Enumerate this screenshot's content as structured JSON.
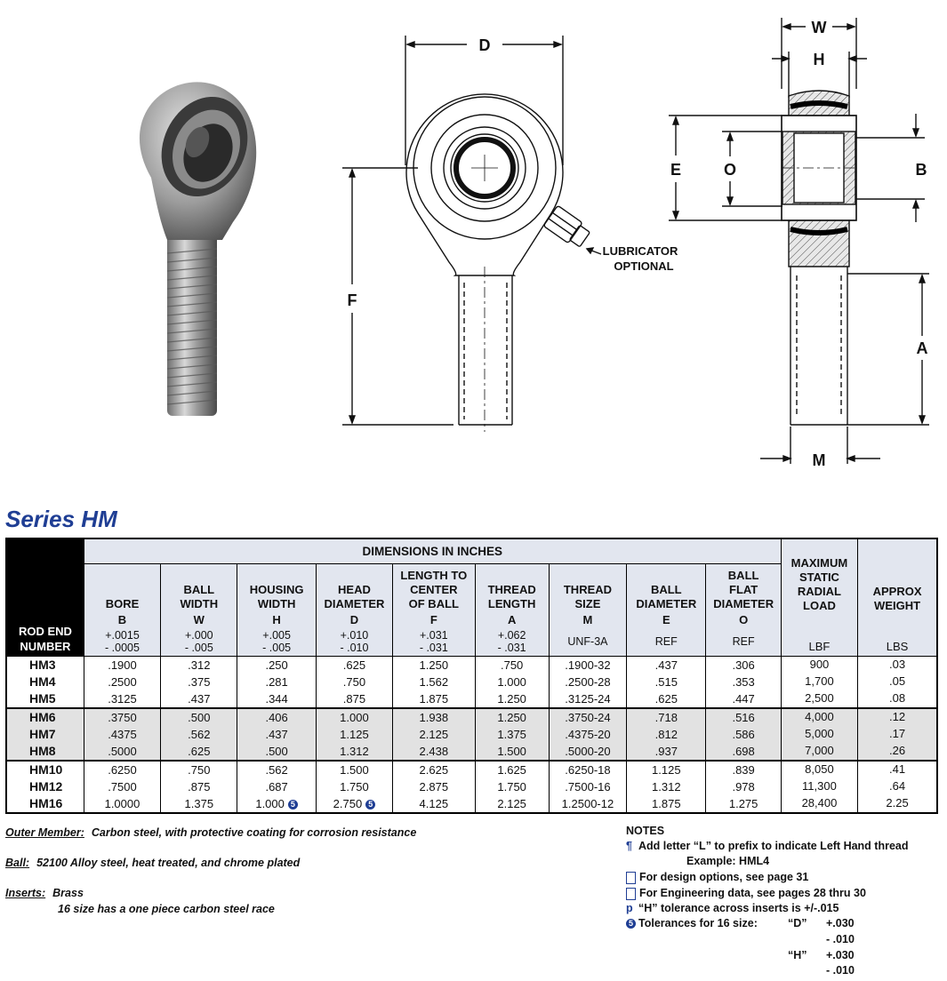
{
  "drawing_labels": {
    "d": "D",
    "w": "W",
    "h": "H",
    "e": "E",
    "o": "O",
    "b": "B",
    "f": "F",
    "a": "A",
    "m": "M",
    "lubricator_line1": "LUBRICATOR",
    "lubricator_line2": "OPTIONAL"
  },
  "series_title": "Series HM",
  "table": {
    "dimensions_header": "DIMENSIONS IN INCHES",
    "rod_end_line1": "ROD END",
    "rod_end_line2": "NUMBER",
    "load_header": [
      "MAXIMUM",
      "STATIC",
      "RADIAL",
      "LOAD"
    ],
    "weight_header": [
      "APPROX",
      "WEIGHT"
    ],
    "load_unit": "LBF",
    "weight_unit": "LBS",
    "columns": [
      {
        "name": [
          "BORE"
        ],
        "letter": "B",
        "tol": [
          "+.0015",
          "- .0005"
        ]
      },
      {
        "name": [
          "BALL",
          "WIDTH"
        ],
        "letter": "W",
        "tol": [
          "+.000",
          "- .005"
        ]
      },
      {
        "name": [
          "HOUSING",
          "WIDTH"
        ],
        "letter": "H",
        "tol": [
          "+.005",
          "- .005"
        ]
      },
      {
        "name": [
          "HEAD",
          "DIAMETER"
        ],
        "letter": "D",
        "tol": [
          "+.010",
          "- .010"
        ]
      },
      {
        "name": [
          "LENGTH TO",
          "CENTER",
          "OF BALL"
        ],
        "letter": "F",
        "tol": [
          "+.031",
          "- .031"
        ]
      },
      {
        "name": [
          "THREAD",
          "LENGTH"
        ],
        "letter": "A",
        "tol": [
          "+.062",
          "- .031"
        ]
      },
      {
        "name": [
          "THREAD",
          "SIZE"
        ],
        "letter": "M",
        "tol": [
          "UNF-3A"
        ]
      },
      {
        "name": [
          "BALL",
          "DIAMETER"
        ],
        "letter": "E",
        "tol": [
          "REF"
        ]
      },
      {
        "name": [
          "BALL",
          "FLAT",
          "DIAMETER"
        ],
        "letter": "O",
        "tol": [
          "REF"
        ]
      }
    ],
    "rows": [
      {
        "id": "HM3",
        "vals": [
          ".1900",
          ".312",
          ".250",
          ".625",
          "1.250",
          ".750",
          ".1900-32",
          ".437",
          ".306"
        ],
        "load": "900",
        "weight": ".03"
      },
      {
        "id": "HM4",
        "vals": [
          ".2500",
          ".375",
          ".281",
          ".750",
          "1.562",
          "1.000",
          ".2500-28",
          ".515",
          ".353"
        ],
        "load": "1,700",
        "weight": ".05"
      },
      {
        "id": "HM5",
        "vals": [
          ".3125",
          ".437",
          ".344",
          ".875",
          "1.875",
          "1.250",
          ".3125-24",
          ".625",
          ".447"
        ],
        "load": "2,500",
        "weight": ".08"
      },
      {
        "id": "HM6",
        "vals": [
          ".3750",
          ".500",
          ".406",
          "1.000",
          "1.938",
          "1.250",
          ".3750-24",
          ".718",
          ".516"
        ],
        "load": "4,000",
        "weight": ".12"
      },
      {
        "id": "HM7",
        "vals": [
          ".4375",
          ".562",
          ".437",
          "1.125",
          "2.125",
          "1.375",
          ".4375-20",
          ".812",
          ".586"
        ],
        "load": "5,000",
        "weight": ".17"
      },
      {
        "id": "HM8",
        "vals": [
          ".5000",
          ".625",
          ".500",
          "1.312",
          "2.438",
          "1.500",
          ".5000-20",
          ".937",
          ".698"
        ],
        "load": "7,000",
        "weight": ".26"
      },
      {
        "id": "HM10",
        "vals": [
          ".6250",
          ".750",
          ".562",
          "1.500",
          "2.625",
          "1.625",
          ".6250-18",
          "1.125",
          ".839"
        ],
        "load": "8,050",
        "weight": ".41"
      },
      {
        "id": "HM12",
        "vals": [
          ".7500",
          ".875",
          ".687",
          "1.750",
          "2.875",
          "1.750",
          ".7500-16",
          "1.312",
          ".978"
        ],
        "load": "11,300",
        "weight": ".64"
      },
      {
        "id": "HM16",
        "vals": [
          "1.0000",
          "1.375",
          "1.000",
          "2.750",
          "4.125",
          "2.125",
          "1.2500-12",
          "1.875",
          "1.275"
        ],
        "load": "28,400",
        "weight": "2.25"
      }
    ]
  },
  "materials": {
    "outer_label": "Outer Member:",
    "outer_text": "Carbon steel, with protective coating for corrosion resistance",
    "ball_label": "Ball:",
    "ball_text": "52100 Alloy steel, heat treated, and chrome plated",
    "inserts_label": "Inserts:",
    "inserts_text": "Brass",
    "inserts_text2": "16 size has a one piece carbon steel race"
  },
  "notes": {
    "title": "NOTES",
    "note1": "Add letter “L” to prefix to indicate Left Hand thread",
    "note1_example": "Example: HML4",
    "note2": "For design options, see page 31",
    "note3": "For Engineering data, see pages 28 thru 30",
    "note4": "“H” tolerance across inserts is +/-.015",
    "note5": "Tolerances for 16 size:",
    "tol_d_label": "“D”",
    "tol_d_plus": "+.030",
    "tol_d_minus": "- .010",
    "tol_h_label": "“H”",
    "tol_h_plus": "+.030",
    "tol_h_minus": "- .010",
    "marker_pilcrow": "¶",
    "marker_p": "p",
    "marker_5": "5"
  }
}
